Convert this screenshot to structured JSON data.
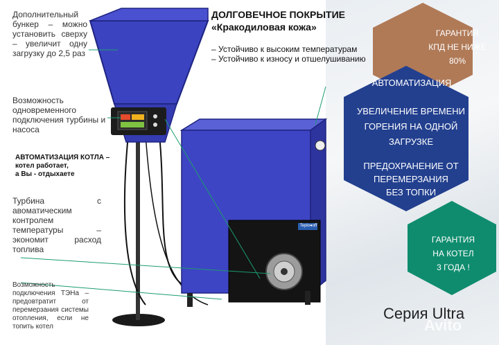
{
  "callouts": {
    "hopper": "Дополнительный бункер – можно установить сверху – увеличит одну загрузку до 2,5 раз",
    "controller": "Возможность одновременного подключения турбины и насоса",
    "automation_title": "АВТОМАТИЗАЦИЯ КОТЛА –",
    "automation_line2": "котел работает,",
    "automation_line3": "а Вы - отдыхаете",
    "turbine": "Турбина с авоматическим контролем температуры – экономит расход топлива",
    "heater": "Возможность подключения ТЭНа – предовтратит от перемерзания системы отопления, если не топить котел"
  },
  "coating": {
    "title": "ДОЛГОВЕЧНОЕ ПОКРЫТИЕ",
    "subtitle": "«Кракодиловая кожа»",
    "bullet1": "– Устойчиво к высоким температурам",
    "bullet2": "– Устойчиво к износу и отшелушиванию"
  },
  "hexagons": {
    "efficiency": [
      "ГАРАНТИЯ",
      "КПД НЕ НИЖЕ",
      "80%"
    ],
    "automation": "АВТОМАТИЗАЦИЯ",
    "burn": [
      "УВЕЛИЧЕНИЕ ВРЕМЕНИ",
      "ГОРЕНИЯ НА ОДНОЙ",
      "ЗАГРУЗКЕ"
    ],
    "freeze": [
      "ПРЕДОХРАНЕНИЕ ОТ",
      "ПЕРЕМЕРЗАНИЯ",
      "БЕЗ ТОПКИ"
    ],
    "warranty": [
      "ГАРАНТИЯ",
      "НА КОТЕЛ",
      "3 ГОДА !"
    ]
  },
  "product": {
    "series": "Серия Ultra",
    "brand_plate": "Teplo●off",
    "watermark": "Avito"
  },
  "colors": {
    "hex_brown": "#b07a57",
    "hex_blue": "#23408f",
    "hex_green": "#0f8c6e",
    "boiler_blue": "#3e45c4",
    "pointer_green": "#1a9c6e"
  }
}
